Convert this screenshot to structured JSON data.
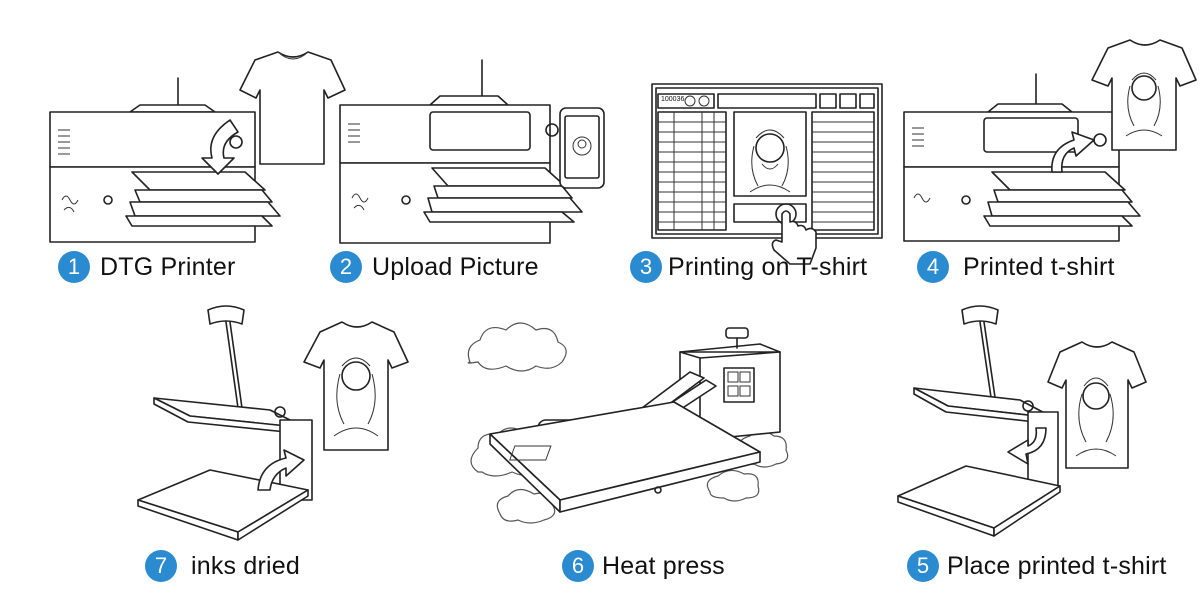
{
  "accent_color": "#2a8bd0",
  "steps": [
    {
      "number": "1",
      "label": "DTG Printer"
    },
    {
      "number": "2",
      "label": "Upload Picture"
    },
    {
      "number": "3",
      "label": "Printing on T-shirt"
    },
    {
      "number": "4",
      "label": "Printed t-shirt"
    },
    {
      "number": "7",
      "label": "inks dried"
    },
    {
      "number": "6",
      "label": "Heat press"
    },
    {
      "number": "5",
      "label": "Place printed t-shirt"
    }
  ],
  "screen": {
    "code_label": "100036"
  },
  "icons": [
    "printer-icon",
    "tshirt-icon",
    "phone-icon",
    "computer-screen-icon",
    "hand-pointer-icon",
    "heat-press-icon",
    "steam-cloud-icon",
    "curved-arrow-icon"
  ]
}
